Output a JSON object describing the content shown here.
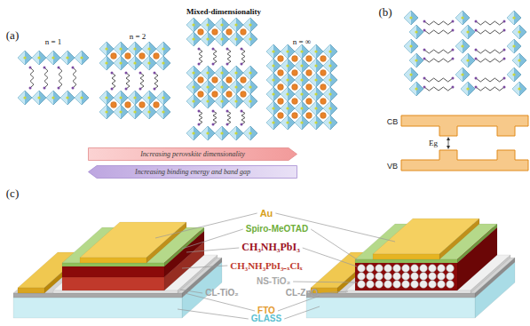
{
  "diagram": {
    "nodes": [
      {
        "text": [
          "Increasing perovskite dimensionality"
        ]
      },
      {
        "text": [
          "Increasing binding energy and band gap"
        ]
      }
    ],
    "labels": [
      "(a)",
      "n = 1",
      "n = 2",
      "Mixed-dimensionality",
      "n = ∞",
      "(b)",
      "CB",
      "VB",
      "Eg",
      "(c)",
      "Au",
      "Spiro-MeOTAD",
      "CH₃NH₃PbI₃",
      "CH₃NH₃PbI₃₋ₓClₓ",
      "NS-TiO₂",
      "CL-TiO₂",
      "CL-ZnO",
      "FTO",
      "GLASS"
    ]
  }
}
